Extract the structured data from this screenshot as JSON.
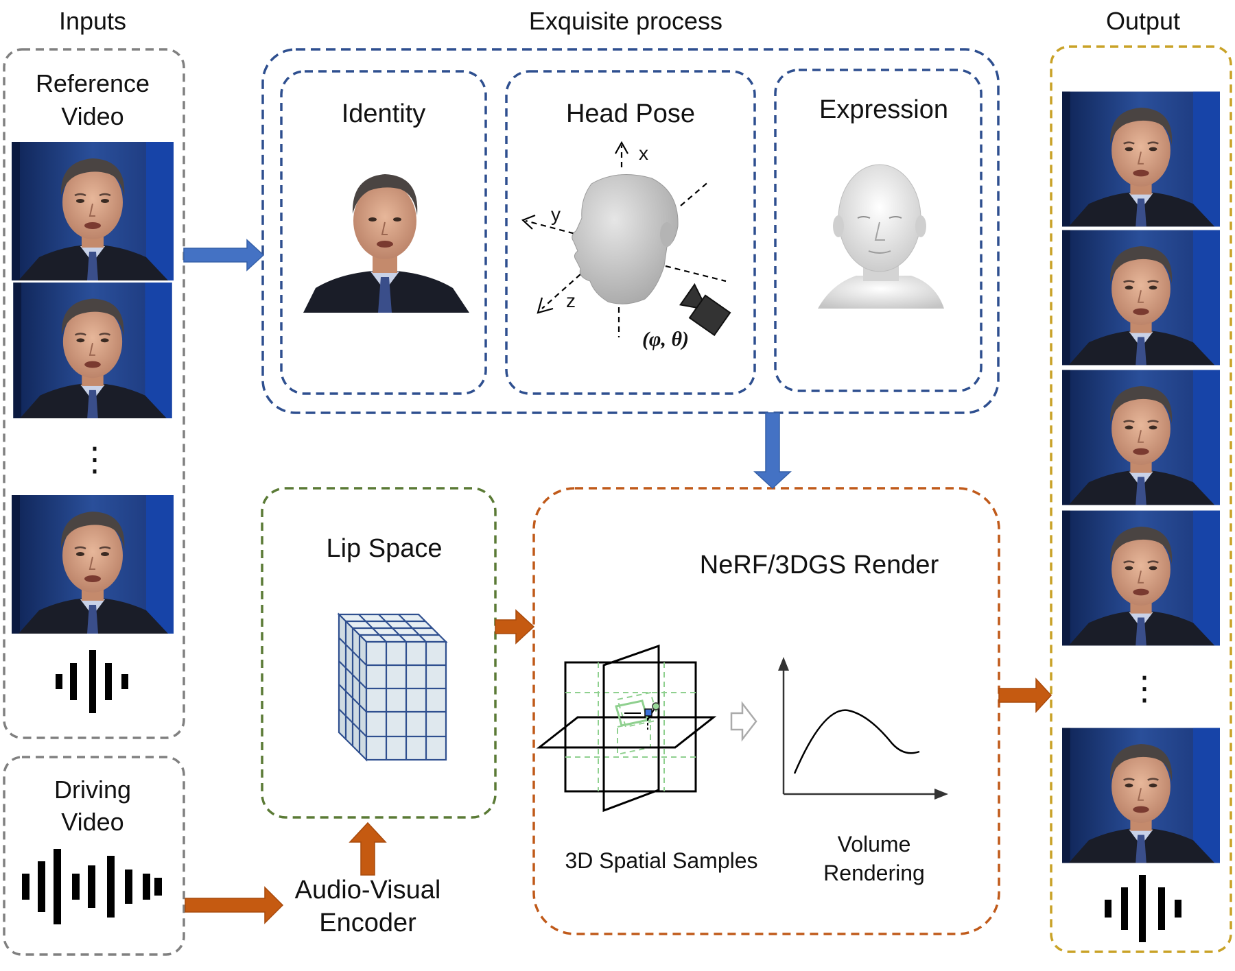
{
  "sections": {
    "inputs_title": "Inputs",
    "process_title": "Exquisite process",
    "output_title": "Output"
  },
  "inputs": {
    "reference_video_line1": "Reference",
    "reference_video_line2": "Video",
    "ellipsis": "⋮",
    "driving_video_line1": "Driving",
    "driving_video_line2": "Video"
  },
  "process": {
    "identity": "Identity",
    "head_pose": "Head Pose",
    "expression": "Expression",
    "axis_x": "x",
    "axis_y": "y",
    "axis_z": "z",
    "pose_params": "(φ, θ)"
  },
  "lip_space": {
    "title": "Lip Space"
  },
  "encoder": {
    "line1": "Audio-Visual",
    "line2": "Encoder"
  },
  "render": {
    "title": "NeRF/3DGS Render",
    "samples_label": "3D Spatial Samples",
    "volume_line1": "Volume",
    "volume_line2": "Rendering"
  },
  "output": {
    "ellipsis": "⋮"
  },
  "colors": {
    "gray_border": "#808080",
    "blue_border": "#2e4f8f",
    "green_border": "#5a7a35",
    "orange_border": "#c05a1a",
    "gold_border": "#c9a227",
    "blue_arrow": "#4472c4",
    "orange_arrow": "#c55a11",
    "frame_blue_bg": "#1f3a7a",
    "grid_blue": "#2f4f8f",
    "grid_fill": "#dfe8ee",
    "plane_green": "#8fd08f"
  }
}
